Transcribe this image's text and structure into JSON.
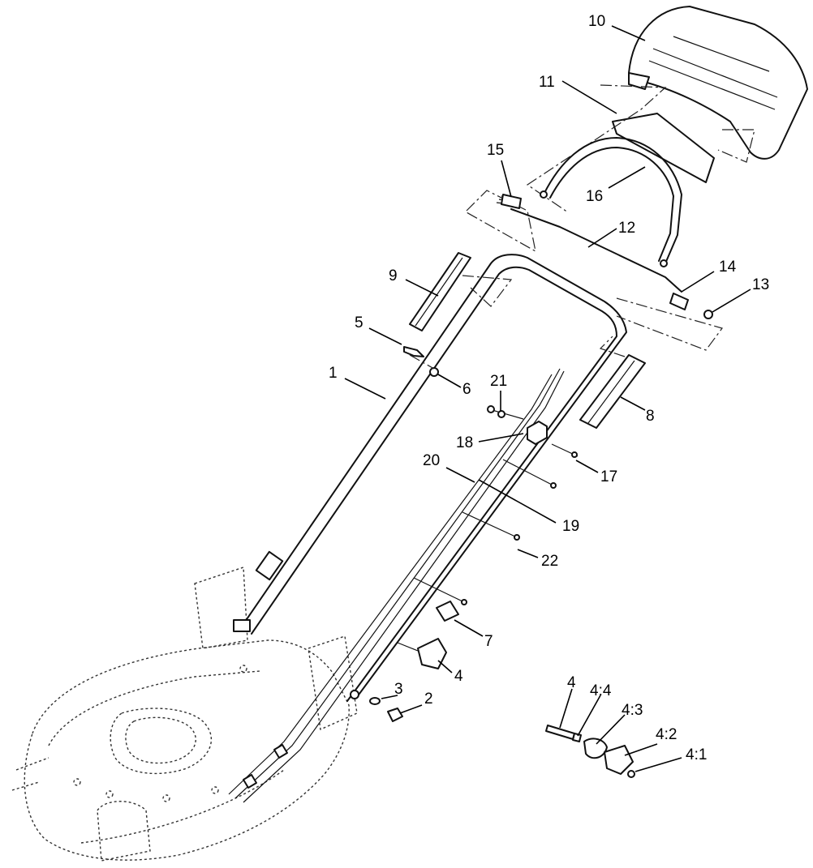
{
  "callouts": [
    {
      "id": "1",
      "label": "1"
    },
    {
      "id": "2",
      "label": "2"
    },
    {
      "id": "3",
      "label": "3"
    },
    {
      "id": "4",
      "label": "4"
    },
    {
      "id": "4b",
      "label": "4"
    },
    {
      "id": "4_1",
      "label": "4:1"
    },
    {
      "id": "4_2",
      "label": "4:2"
    },
    {
      "id": "4_3",
      "label": "4:3"
    },
    {
      "id": "4_4",
      "label": "4:4"
    },
    {
      "id": "5",
      "label": "5"
    },
    {
      "id": "6",
      "label": "6"
    },
    {
      "id": "7",
      "label": "7"
    },
    {
      "id": "8",
      "label": "8"
    },
    {
      "id": "9",
      "label": "9"
    },
    {
      "id": "10",
      "label": "10"
    },
    {
      "id": "11",
      "label": "11"
    },
    {
      "id": "12",
      "label": "12"
    },
    {
      "id": "13",
      "label": "13"
    },
    {
      "id": "14",
      "label": "14"
    },
    {
      "id": "15",
      "label": "15"
    },
    {
      "id": "16",
      "label": "16"
    },
    {
      "id": "17",
      "label": "17"
    },
    {
      "id": "18",
      "label": "18"
    },
    {
      "id": "19",
      "label": "19"
    },
    {
      "id": "20",
      "label": "20"
    },
    {
      "id": "21",
      "label": "21"
    },
    {
      "id": "22",
      "label": "22"
    }
  ]
}
